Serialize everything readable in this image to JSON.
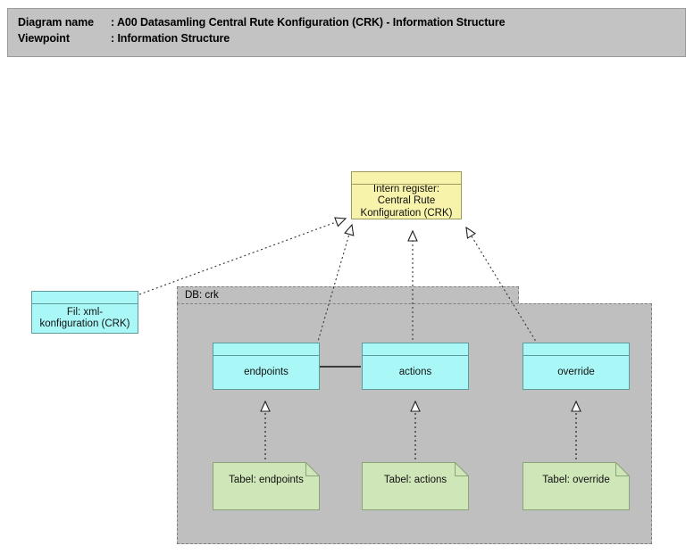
{
  "header": {
    "name_label": "Diagram name",
    "name_sep": ": ",
    "name_value": "A00 Datasamling Central Rute Konfiguration (CRK) - Information Structure",
    "viewpoint_label": "Viewpoint",
    "viewpoint_sep": ": ",
    "viewpoint_value": "Information Structure"
  },
  "diagram": {
    "type": "uml-information-structure",
    "group": {
      "label": "DB: crk",
      "fill": "#bfbfbf",
      "border": "#808080"
    },
    "nodes": {
      "intern_register": {
        "label": "Intern register:\nCentral Rute\nKonfiguration (CRK)",
        "line1": "Intern register:",
        "line2": "Central Rute",
        "line3": "Konfiguration (CRK)",
        "fill": "#f7f3ab",
        "stereotype": "business-object"
      },
      "xml_file": {
        "line1": "Fil: xml-",
        "line2": "konfiguration (CRK)",
        "fill": "#aaf7f7",
        "stereotype": "data-object"
      },
      "endpoints": {
        "label": "endpoints",
        "fill": "#aaf7f7",
        "stereotype": "data-object"
      },
      "actions": {
        "label": "actions",
        "fill": "#aaf7f7",
        "stereotype": "data-object"
      },
      "override": {
        "label": "override",
        "fill": "#aaf7f7",
        "stereotype": "data-object"
      },
      "tabel_endpoints": {
        "label": "Tabel: endpoints",
        "fill": "#cfe6b8",
        "stereotype": "artifact"
      },
      "tabel_actions": {
        "label": "Tabel: actions",
        "fill": "#cfe6b8",
        "stereotype": "artifact"
      },
      "tabel_override": {
        "label": "Tabel: override",
        "fill": "#cfe6b8",
        "stereotype": "artifact"
      }
    },
    "edges": [
      {
        "from": "xml_file",
        "to": "intern_register",
        "style": "dotted",
        "arrow": "hollow-triangle"
      },
      {
        "from": "endpoints",
        "to": "intern_register",
        "style": "dotted",
        "arrow": "hollow-triangle"
      },
      {
        "from": "actions",
        "to": "intern_register",
        "style": "dotted",
        "arrow": "hollow-triangle"
      },
      {
        "from": "override",
        "to": "intern_register",
        "style": "dotted",
        "arrow": "hollow-triangle"
      },
      {
        "from": "tabel_endpoints",
        "to": "endpoints",
        "style": "dotted",
        "arrow": "hollow-triangle"
      },
      {
        "from": "tabel_actions",
        "to": "actions",
        "style": "dotted",
        "arrow": "hollow-triangle"
      },
      {
        "from": "tabel_override",
        "to": "override",
        "style": "dotted",
        "arrow": "hollow-triangle"
      },
      {
        "from": "endpoints",
        "to": "actions",
        "style": "solid",
        "arrow": "none"
      }
    ]
  }
}
